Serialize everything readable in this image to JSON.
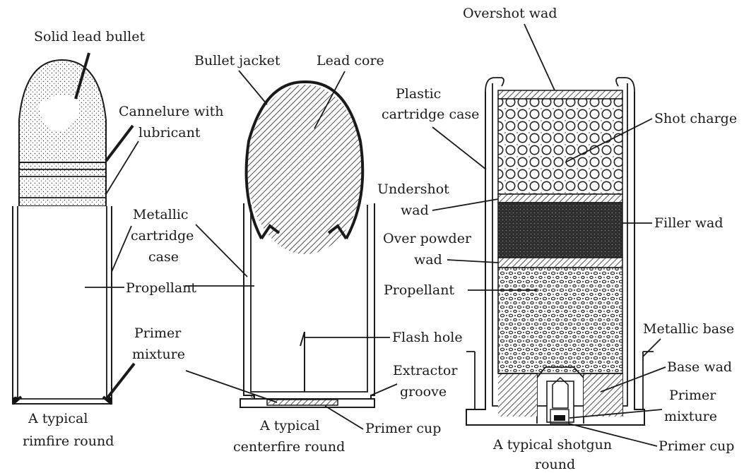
{
  "rimfire": {
    "solid_lead_bullet": "Solid lead bullet",
    "cannelure_line1": "Cannelure with",
    "cannelure_line2": "lubricant",
    "metallic_line1": "Metallic",
    "metallic_line2": "cartridge",
    "metallic_line3": "case",
    "propellant": "Propellant",
    "primer_line1": "Primer",
    "primer_line2": "mixture",
    "caption_line1": "A typical",
    "caption_line2": "rimfire round"
  },
  "centerfire": {
    "bullet_jacket": "Bullet jacket",
    "lead_core": "Lead core",
    "flash_hole": "Flash hole",
    "extractor_line1": "Extractor",
    "extractor_line2": "groove",
    "primer_cup": "Primer cup",
    "caption_line1": "A typical",
    "caption_line2": "centerfire round"
  },
  "shotgun": {
    "overshot_wad": "Overshot wad",
    "plastic_line1": "Plastic",
    "plastic_line2": "cartridge case",
    "shot_charge": "Shot charge",
    "undershot_line1": "Undershot",
    "undershot_line2": "wad",
    "filler_wad": "Filler wad",
    "overpowder_line1": "Over powder",
    "overpowder_line2": "wad",
    "propellant": "Propellant",
    "metallic_base": "Metallic base",
    "base_wad": "Base wad",
    "primer_line1": "Primer",
    "primer_line2": "mixture",
    "primer_cup": "Primer cup",
    "caption_line1": "A typical shotgun",
    "caption_line2": "round"
  }
}
